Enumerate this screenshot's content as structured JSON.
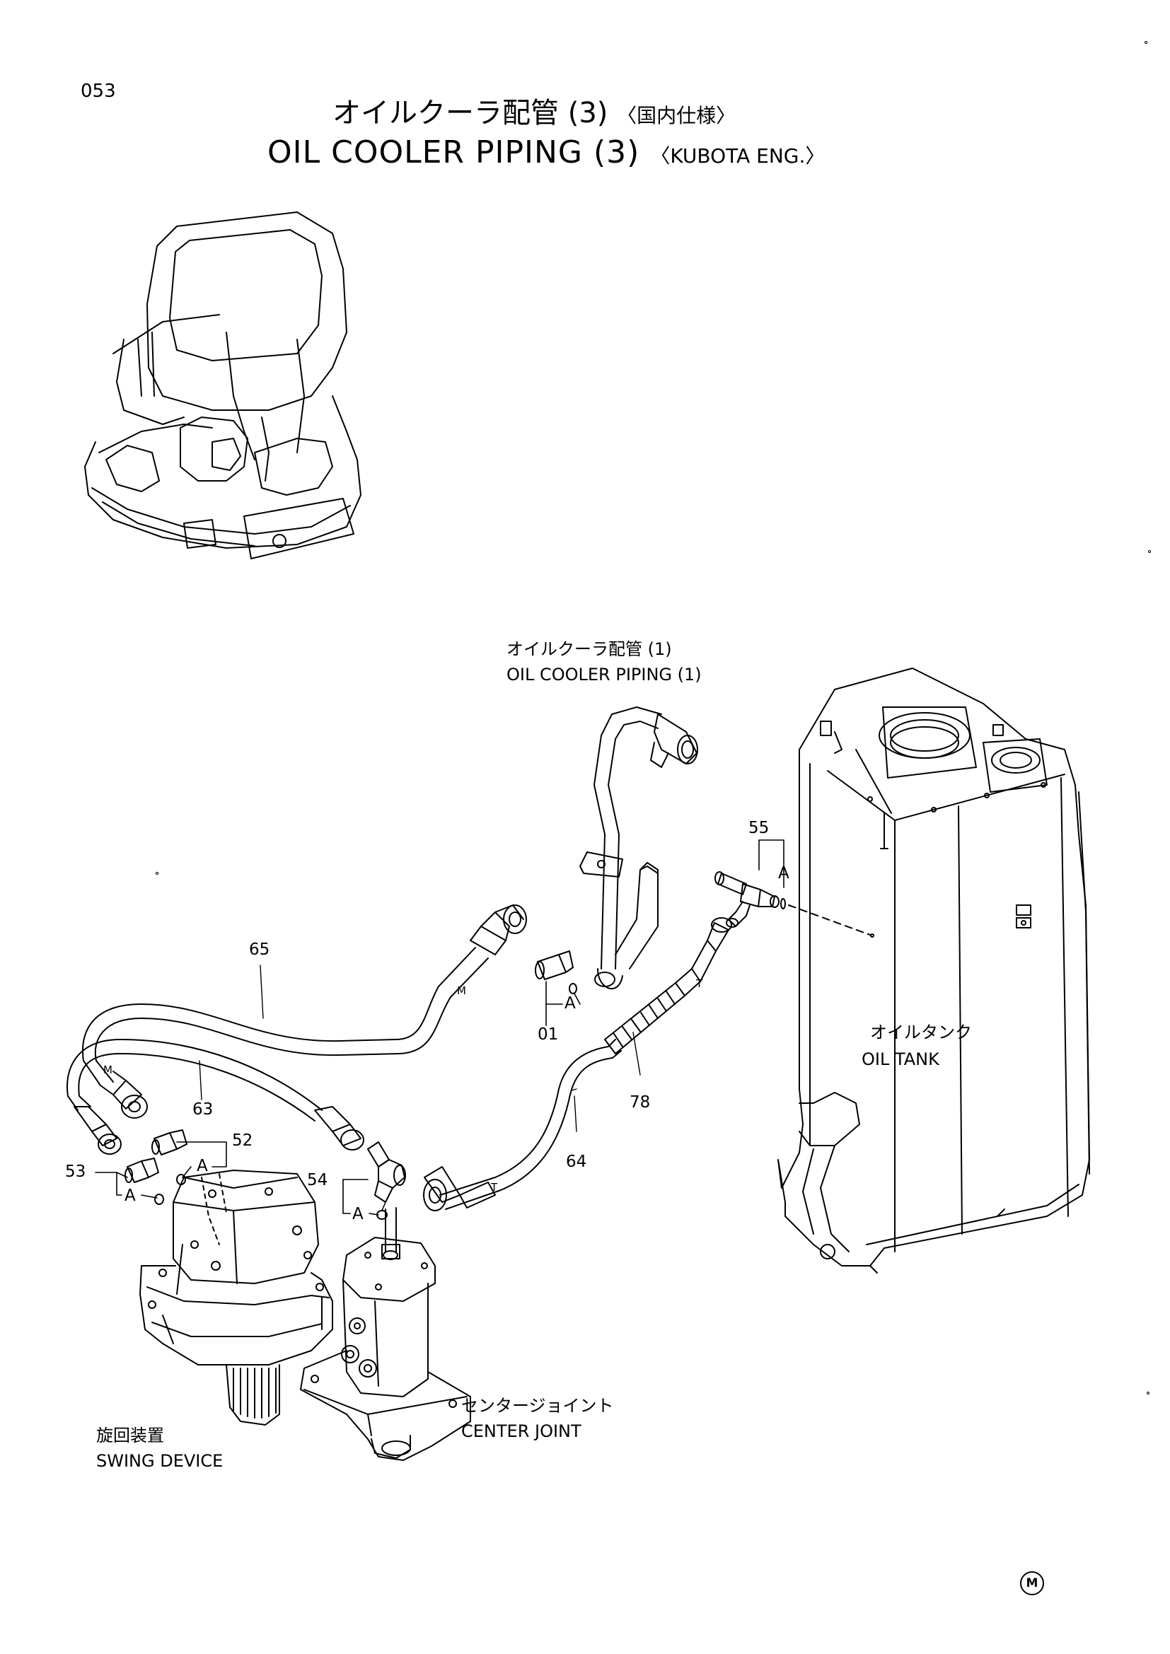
{
  "header": {
    "page_number": "053",
    "title_jp": "オイルクーラ配管 (3)",
    "title_jp_variant": "〈国内仕様〉",
    "title_en": "OIL COOLER PIPING (3)",
    "title_en_variant": "〈KUBOTA ENG.〉"
  },
  "references": {
    "oil_cooler_piping_jp": "オイルクーラ配管 (1)",
    "oil_cooler_piping_en": "OIL COOLER PIPING (1)",
    "oil_tank_jp": "オイルタンク",
    "oil_tank_en": "OIL TANK",
    "swing_device_jp": "旋回装置",
    "swing_device_en": "SWING DEVICE",
    "center_joint_jp": "センタージョイント",
    "center_joint_en": "CENTER JOINT"
  },
  "part_callouts": [
    "01",
    "52",
    "53",
    "54",
    "55",
    "63",
    "64",
    "65",
    "78"
  ],
  "detail_marks": {
    "a": "A",
    "m": "M",
    "t": "T"
  },
  "footer": {
    "stamp": "M"
  }
}
